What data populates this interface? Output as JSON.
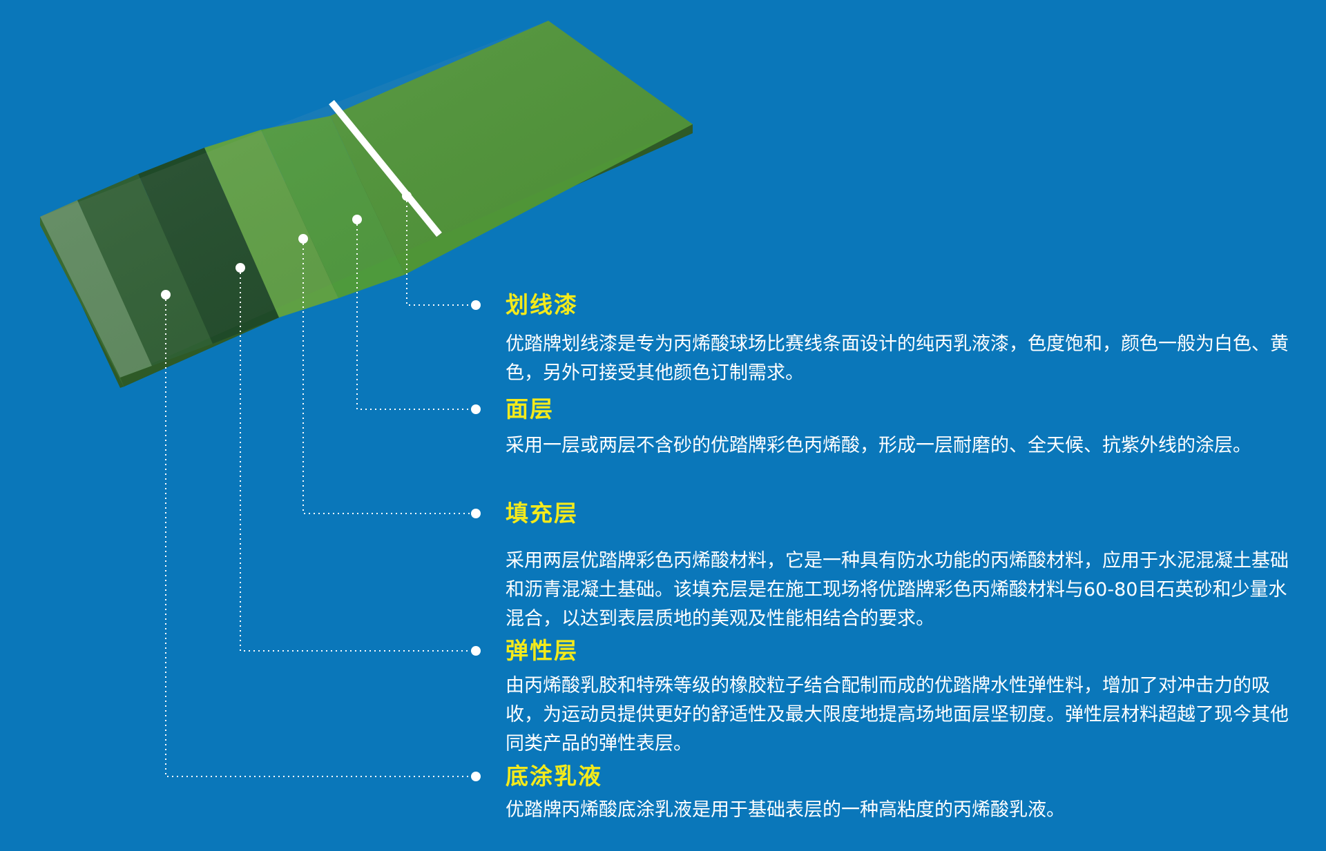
{
  "layers": [
    {
      "title": "划线漆",
      "description": "优踏牌划线漆是专为丙烯酸球场比赛线条面设计的纯丙乳液漆，色度饱和，颜色一般为白色、黄色，另外可接受其他颜色订制需求。"
    },
    {
      "title": "面层",
      "description": "采用一层或两层不含砂的优踏牌彩色丙烯酸，形成一层耐磨的、全天候、抗紫外线的涂层。"
    },
    {
      "title": "填充层",
      "description": "采用两层优踏牌彩色丙烯酸材料，它是一种具有防水功能的丙烯酸材料，应用于水泥混凝土基础和沥青混凝土基础。该填充层是在施工现场将优踏牌彩色丙烯酸材料与60-80目石英砂和少量水混合，以达到表层质地的美观及性能相结合的要求。"
    },
    {
      "title": "弹性层",
      "description": "由丙烯酸乳胶和特殊等级的橡胶粒子结合配制而成的优踏牌水性弹性料，增加了对冲击力的吸收，为运动员提供更好的舒适性及最大限度地提高场地面层坚韧度。弹性层材料超越了现今其他同类产品的弹性表层。"
    },
    {
      "title": "底涂乳液",
      "description": "优踏牌丙烯酸底涂乳液是用于基础表层的一种高粘度的丙烯酸乳液。"
    }
  ],
  "colors": {
    "background": "#0a77ba",
    "title": "#f4ea1b",
    "text": "#ffffff",
    "leader": "#ffffff"
  }
}
